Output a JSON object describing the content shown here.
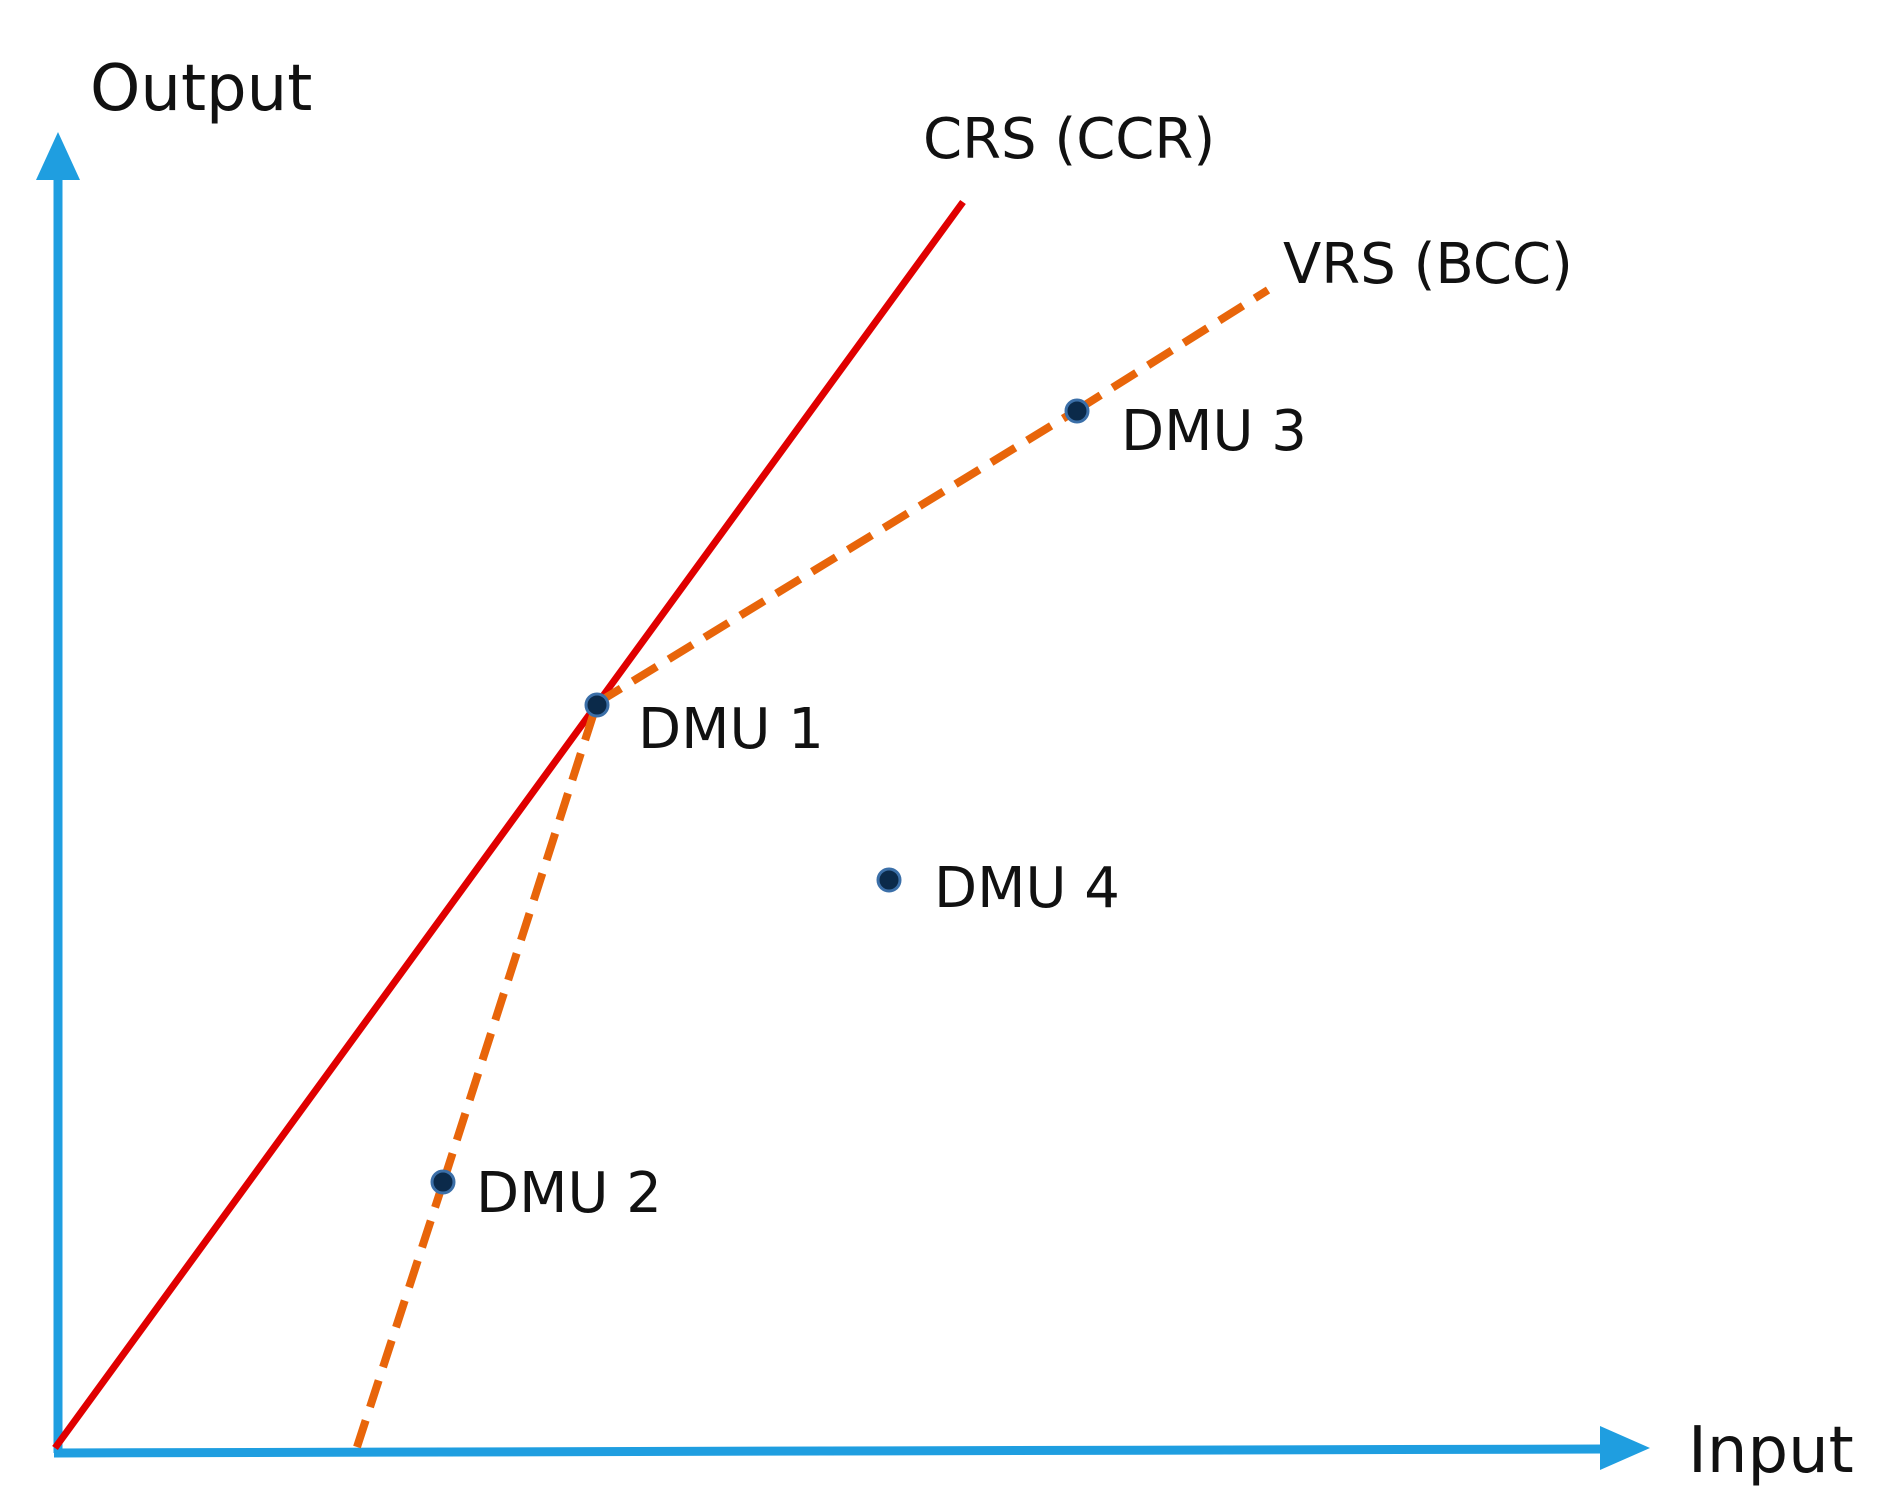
{
  "axes": {
    "x_label": "Input",
    "y_label": "Output",
    "color": "#1f9ee0"
  },
  "frontiers": [
    {
      "name": "CRS (CCR)",
      "style": "solid",
      "color": "#e00000"
    },
    {
      "name": "VRS (BCC)",
      "style": "dashed",
      "color": "#e8650a"
    }
  ],
  "points": [
    {
      "label": "DMU 1"
    },
    {
      "label": "DMU 2"
    },
    {
      "label": "DMU 3"
    },
    {
      "label": "DMU 4"
    }
  ],
  "point_color": "#0b2a4a"
}
